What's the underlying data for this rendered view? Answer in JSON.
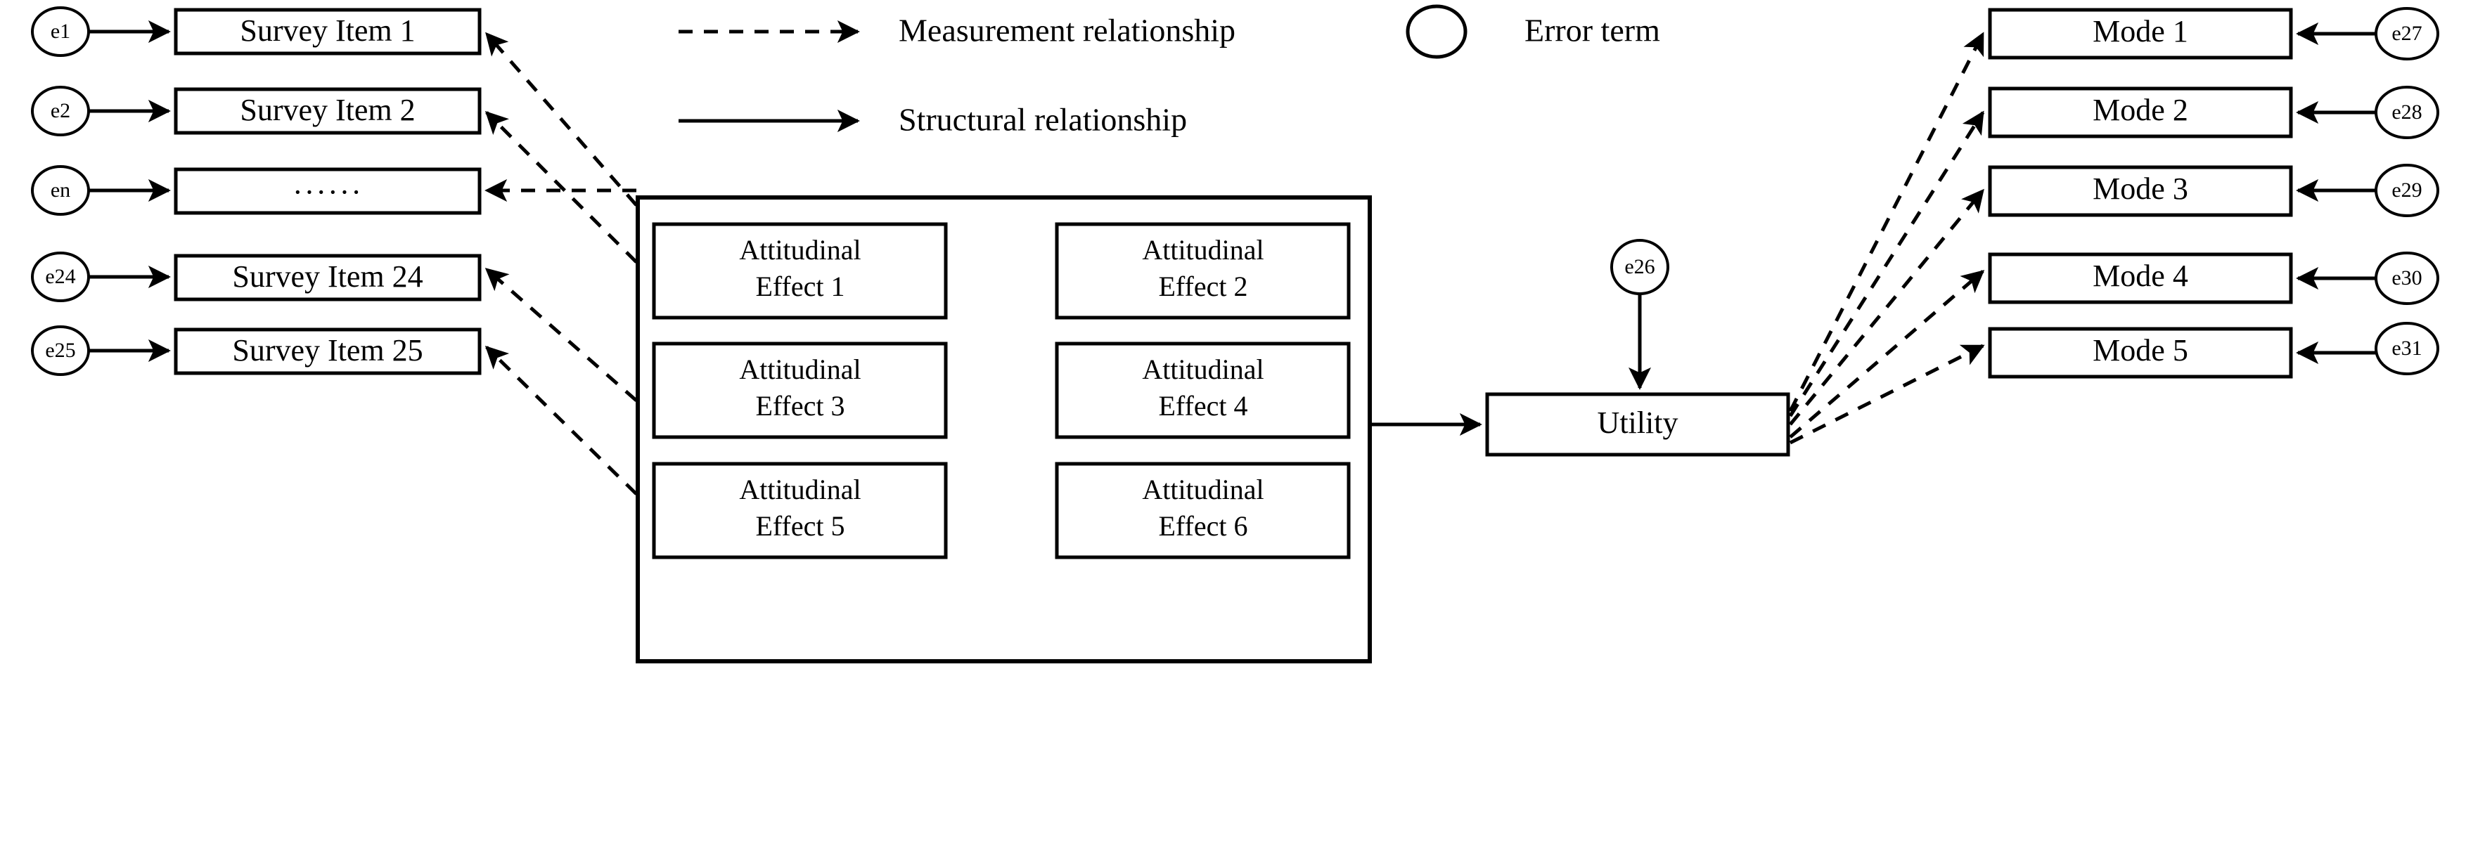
{
  "legend": {
    "measurement": {
      "label": "Measurement relationship",
      "line_style": "dashed",
      "icon": "dashed-arrow-icon"
    },
    "structural": {
      "label": "Structural relationship",
      "line_style": "solid",
      "icon": "solid-arrow-icon"
    },
    "error": {
      "label": "Error term",
      "icon": "ellipse-icon"
    }
  },
  "survey_items": [
    {
      "error": "e1",
      "label": "Survey Item 1"
    },
    {
      "error": "e2",
      "label": "Survey Item 2"
    },
    {
      "error": "en",
      "label": "······"
    },
    {
      "error": "e24",
      "label": "Survey Item 24"
    },
    {
      "error": "e25",
      "label": "Survey Item 25"
    }
  ],
  "attitudinal_effects": [
    {
      "line1": "Attitudinal",
      "line2": "Effect 1"
    },
    {
      "line1": "Attitudinal",
      "line2": "Effect 2"
    },
    {
      "line1": "Attitudinal",
      "line2": "Effect 3"
    },
    {
      "line1": "Attitudinal",
      "line2": "Effect 4"
    },
    {
      "line1": "Attitudinal",
      "line2": "Effect 5"
    },
    {
      "line1": "Attitudinal",
      "line2": "Effect 6"
    }
  ],
  "utility": {
    "label": "Utility",
    "error": "e26"
  },
  "modes": [
    {
      "label": "Mode 1",
      "error": "e27"
    },
    {
      "label": "Mode 2",
      "error": "e28"
    },
    {
      "label": "Mode 3",
      "error": "e29"
    },
    {
      "label": "Mode 4",
      "error": "e30"
    },
    {
      "label": "Mode 5",
      "error": "e31"
    }
  ],
  "colors": {
    "stroke": "#000000",
    "fill": "#ffffff",
    "background": "#ffffff"
  }
}
